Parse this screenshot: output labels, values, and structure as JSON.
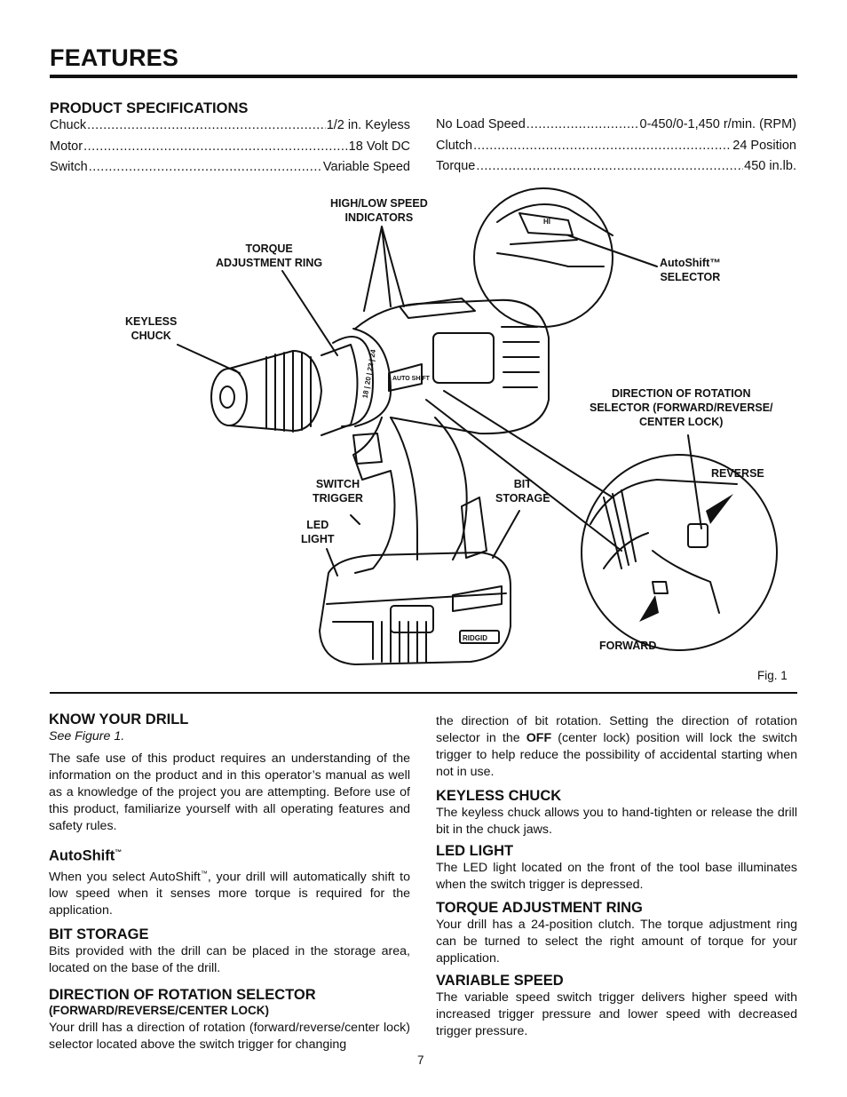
{
  "page": {
    "title": "FEATURES",
    "page_number": "7",
    "fig_label": "Fig. 1"
  },
  "specs": {
    "heading": "PRODUCT SPECIFICATIONS",
    "left": [
      {
        "label": "Chuck",
        "value": "1/2 in. Keyless"
      },
      {
        "label": "Motor",
        "value": "18 Volt DC"
      },
      {
        "label": "Switch",
        "value": "Variable Speed"
      }
    ],
    "right": [
      {
        "label": "No Load Speed",
        "value": "0-450/0-1,450 r/min. (RPM)"
      },
      {
        "label": "Clutch",
        "value": "24 Position"
      },
      {
        "label": "Torque",
        "value": "450 in.lb."
      }
    ]
  },
  "figure": {
    "callouts": {
      "high_low": "HIGH/LOW SPEED\nINDICATORS",
      "torque_ring": "TORQUE\nADJUSTMENT RING",
      "keyless_chuck": "KEYLESS\nCHUCK",
      "autoshift_selector": "AutoShift™\nSELECTOR",
      "direction_selector": "DIRECTION OF ROTATION\nSELECTOR (FORWARD/REVERSE/\nCENTER LOCK)",
      "reverse": "REVERSE",
      "switch_trigger": "SWITCH\nTRIGGER",
      "bit_storage": "BIT\nSTORAGE",
      "led_light": "LED\nLIGHT",
      "forward": "FORWARD"
    },
    "tool_marks": {
      "autoshift_badge": "AUTO\nSHIFT",
      "brand": "RIDGID",
      "hi_mark": "HI",
      "clutch_numbers": "18 | 20 | 22 | 24"
    }
  },
  "left_column": {
    "know": {
      "heading": "KNOW YOUR DRILL",
      "see": "See Figure 1.",
      "body": "The safe use of this product requires an understanding of the information on the product and in this operator’s manual as well as a knowledge of the project you are attempting. Before use of this product, familiarize yourself with all operating features and safety rules."
    },
    "autoshift": {
      "heading": "AutoShift",
      "tm": "™",
      "body_a": "When you select AutoShift",
      "body_b": ", your drill will automatically shift to low speed when it senses more torque is required for the application."
    },
    "bit_storage": {
      "heading": "BIT STORAGE",
      "body": "Bits provided with the drill can be placed in the storage area, located on the base of the drill."
    },
    "direction": {
      "heading": "DIRECTION OF ROTATION SELECTOR",
      "subheading": "(FORWARD/REVERSE/CENTER LOCK)",
      "body": "Your drill has a direction of rotation (forward/reverse/center lock) selector located above the switch trigger for changing"
    }
  },
  "right_column": {
    "direction_cont": {
      "body_a": "the direction of bit rotation. Setting the direction of rotation selector in the ",
      "off": "OFF",
      "body_b": " (center lock) position will lock the switch trigger to help reduce the possibility of accidental starting when not in use."
    },
    "keyless": {
      "heading": "KEYLESS CHUCK",
      "body": "The keyless chuck allows you to hand-tighten or release the drill bit in the chuck jaws."
    },
    "led": {
      "heading": "LED LIGHT",
      "body": "The LED light located on the front of the tool base illuminates when the switch trigger is depressed."
    },
    "torque": {
      "heading": "TORQUE ADJUSTMENT RING",
      "body": "Your drill has a 24-position clutch. The torque adjustment ring can be turned to select the right amount of torque for your application."
    },
    "variable": {
      "heading": "VARIABLE SPEED",
      "body": "The variable speed switch trigger delivers higher speed with increased trigger pressure and lower speed with decreased trigger pressure."
    }
  }
}
